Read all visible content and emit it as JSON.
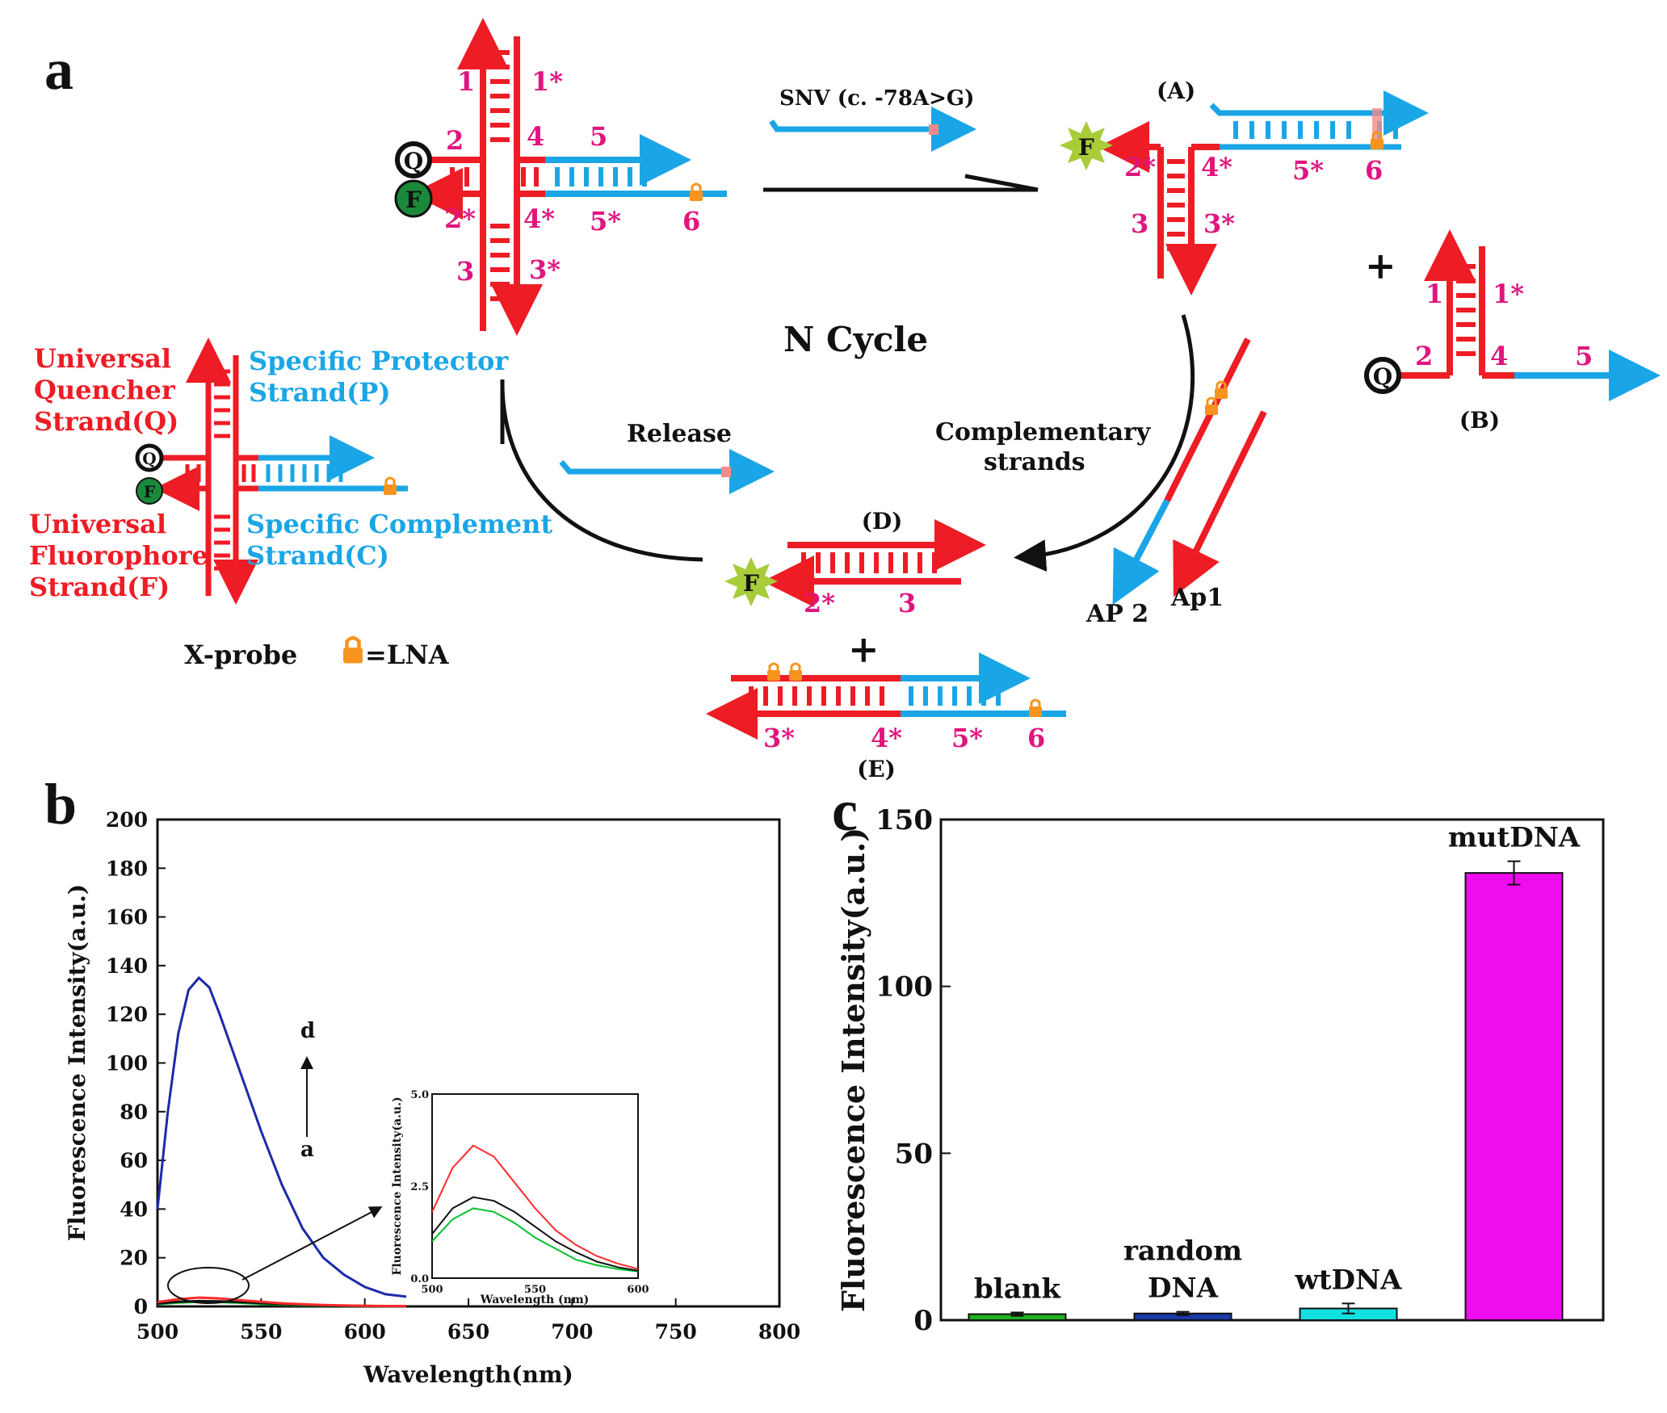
{
  "panels": {
    "a": "a",
    "b": "b",
    "c": "c"
  },
  "diagram": {
    "probe_domains": {
      "d1": "1",
      "d1s": "1*",
      "d2": "2",
      "d4": "4",
      "d5": "5",
      "d2s": "2*",
      "d4s": "4*",
      "d5s": "5*",
      "d6": "6",
      "d3": "3",
      "d3s": "3*"
    },
    "q_label": "Q",
    "f_label": "F",
    "snv_label": "SNV (c. -78A>G)",
    "complex_a_label": "(A)",
    "complex_b_label": "(B)",
    "complex_d_label": "(D)",
    "complex_e_label": "(E)",
    "plus": "+",
    "n_cycle": "N Cycle",
    "release": "Release",
    "complementary_line1": "Complementary",
    "complementary_line2": "strands",
    "ap2": "AP 2",
    "ap1": "Ap1",
    "legend": {
      "quencher_line1": "Universal",
      "quencher_line2": "Quencher",
      "quencher_line3": "Strand(Q)",
      "protector_line1": "Specific Protector",
      "protector_line2": "Strand(P)",
      "fluorophore_line1": "Universal",
      "fluorophore_line2": "Fluorophore",
      "fluorophore_line3": "Strand(F)",
      "complement_line1": "Specific Complement",
      "complement_line2": "Strand(C)",
      "x_probe": "X-probe",
      "lna": "=LNA"
    },
    "colors": {
      "red": "#ee1c25",
      "blue": "#1aa6e6",
      "pink": "#e0157e",
      "green": "#1a8a3a",
      "orange": "#f7941d"
    }
  },
  "chart_data": [
    {
      "type": "line",
      "panel": "b",
      "xlabel": "Wavelength(nm)",
      "ylabel": "Fluorescence Intensity(a.u.)",
      "xlim": [
        500,
        800
      ],
      "ylim": [
        0,
        200
      ],
      "xticks": [
        "500",
        "550",
        "600",
        "650",
        "700",
        "750",
        "800"
      ],
      "yticks": [
        "0",
        "20",
        "40",
        "60",
        "80",
        "100",
        "120",
        "140",
        "160",
        "180",
        "200"
      ],
      "arrow_label_top": "d",
      "arrow_label_bottom": "a",
      "series": [
        {
          "color": "#00c12b",
          "x": [
            500,
            510,
            520,
            530,
            540,
            550,
            560,
            570,
            580,
            590,
            600,
            610,
            620
          ],
          "y": [
            1.0,
            1.6,
            1.9,
            1.8,
            1.5,
            1.1,
            0.8,
            0.5,
            0.35,
            0.25,
            0.18,
            0.12,
            0.08
          ]
        },
        {
          "color": "#111111",
          "x": [
            500,
            510,
            520,
            530,
            540,
            550,
            560,
            570,
            580,
            590,
            600,
            610,
            620
          ],
          "y": [
            1.2,
            1.9,
            2.2,
            2.1,
            1.8,
            1.4,
            1.0,
            0.7,
            0.45,
            0.3,
            0.2,
            0.14,
            0.1
          ]
        },
        {
          "color": "#ff2a2a",
          "x": [
            500,
            510,
            520,
            530,
            540,
            550,
            560,
            570,
            580,
            590,
            600,
            610,
            620
          ],
          "y": [
            1.8,
            3.0,
            3.6,
            3.3,
            2.6,
            1.9,
            1.3,
            0.9,
            0.6,
            0.4,
            0.25,
            0.18,
            0.12
          ]
        },
        {
          "color": "#1c2aa8",
          "x": [
            500,
            505,
            510,
            515,
            520,
            525,
            530,
            540,
            550,
            560,
            570,
            580,
            590,
            600,
            610,
            620
          ],
          "y": [
            40,
            80,
            112,
            130,
            135,
            131,
            120,
            96,
            72,
            50,
            32,
            20,
            13,
            8,
            5,
            4
          ]
        }
      ],
      "inset": {
        "xlabel": "Wavelength (nm)",
        "ylabel": "Fluorescence Intensity(a.u.)",
        "xlim": [
          500,
          600
        ],
        "ylim": [
          0,
          5
        ],
        "xticks": [
          "500",
          "550",
          "600"
        ],
        "yticks": [
          "0.0",
          "2.5",
          "5.0"
        ]
      }
    },
    {
      "type": "bar",
      "panel": "c",
      "ylabel": "Fluorescence Intensity(a.u.)",
      "ylim": [
        0,
        150
      ],
      "yticks": [
        "0",
        "50",
        "100",
        "150"
      ],
      "categories": [
        "blank",
        "random DNA",
        "wtDNA",
        "mutDNA"
      ],
      "category_lines": [
        [
          "blank"
        ],
        [
          "random",
          "DNA"
        ],
        [
          "wtDNA"
        ],
        [
          "mutDNA"
        ]
      ],
      "values": [
        1.8,
        2.0,
        3.5,
        134
      ],
      "errors": [
        0.5,
        0.5,
        1.5,
        3.5
      ],
      "colors": [
        "#1fb21f",
        "#1a3aa8",
        "#12e0e0",
        "#ee0dee"
      ]
    }
  ]
}
